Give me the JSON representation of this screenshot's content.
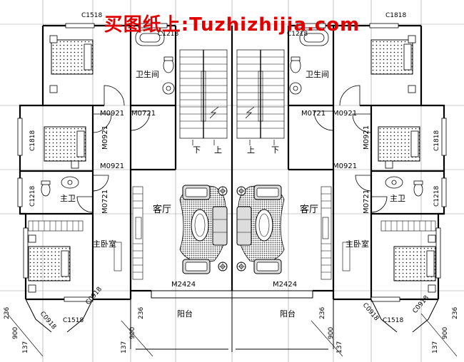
{
  "watermark": "买图纸上:Tuzhizhijia.com",
  "labels": {
    "c1518": "C1518",
    "c1818": "C1818",
    "c1218": "C1218",
    "c1518_bottom": "C1518",
    "c0918": "C0918",
    "m0921": "M0921",
    "m0721": "M0721",
    "m2424": "M2424",
    "bathroom": "卫生间",
    "master_bath": "主卫",
    "master_bedroom": "主卧室",
    "living_room": "客厅",
    "balcony": "阳台",
    "stair_down": "下",
    "stair_up": "上"
  },
  "dimensions": {
    "d236": "236",
    "d900": "900",
    "d137": "137"
  }
}
